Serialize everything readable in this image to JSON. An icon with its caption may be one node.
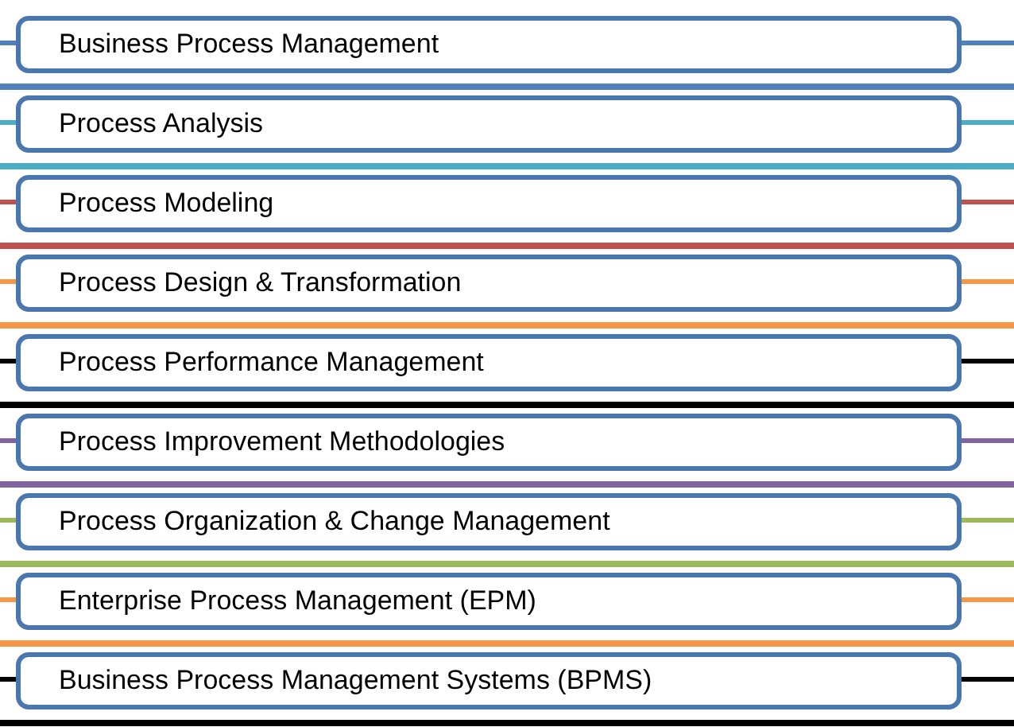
{
  "diagram": {
    "nodes": [
      {
        "text": [
          "Business Process Management"
        ]
      },
      {
        "text": [
          "Process Analysis"
        ]
      },
      {
        "text": [
          "Process Modeling"
        ]
      },
      {
        "text": [
          "Process Design & Transformation"
        ]
      },
      {
        "text": [
          "Process Performance Management"
        ]
      },
      {
        "text": [
          "Process Improvement Methodologies"
        ]
      },
      {
        "text": [
          "Process Organization & Change Management"
        ]
      },
      {
        "text": [
          "Enterprise Process Management (EPM)"
        ]
      },
      {
        "text": [
          "Business Process Management Systems (BPMS)"
        ]
      }
    ]
  }
}
